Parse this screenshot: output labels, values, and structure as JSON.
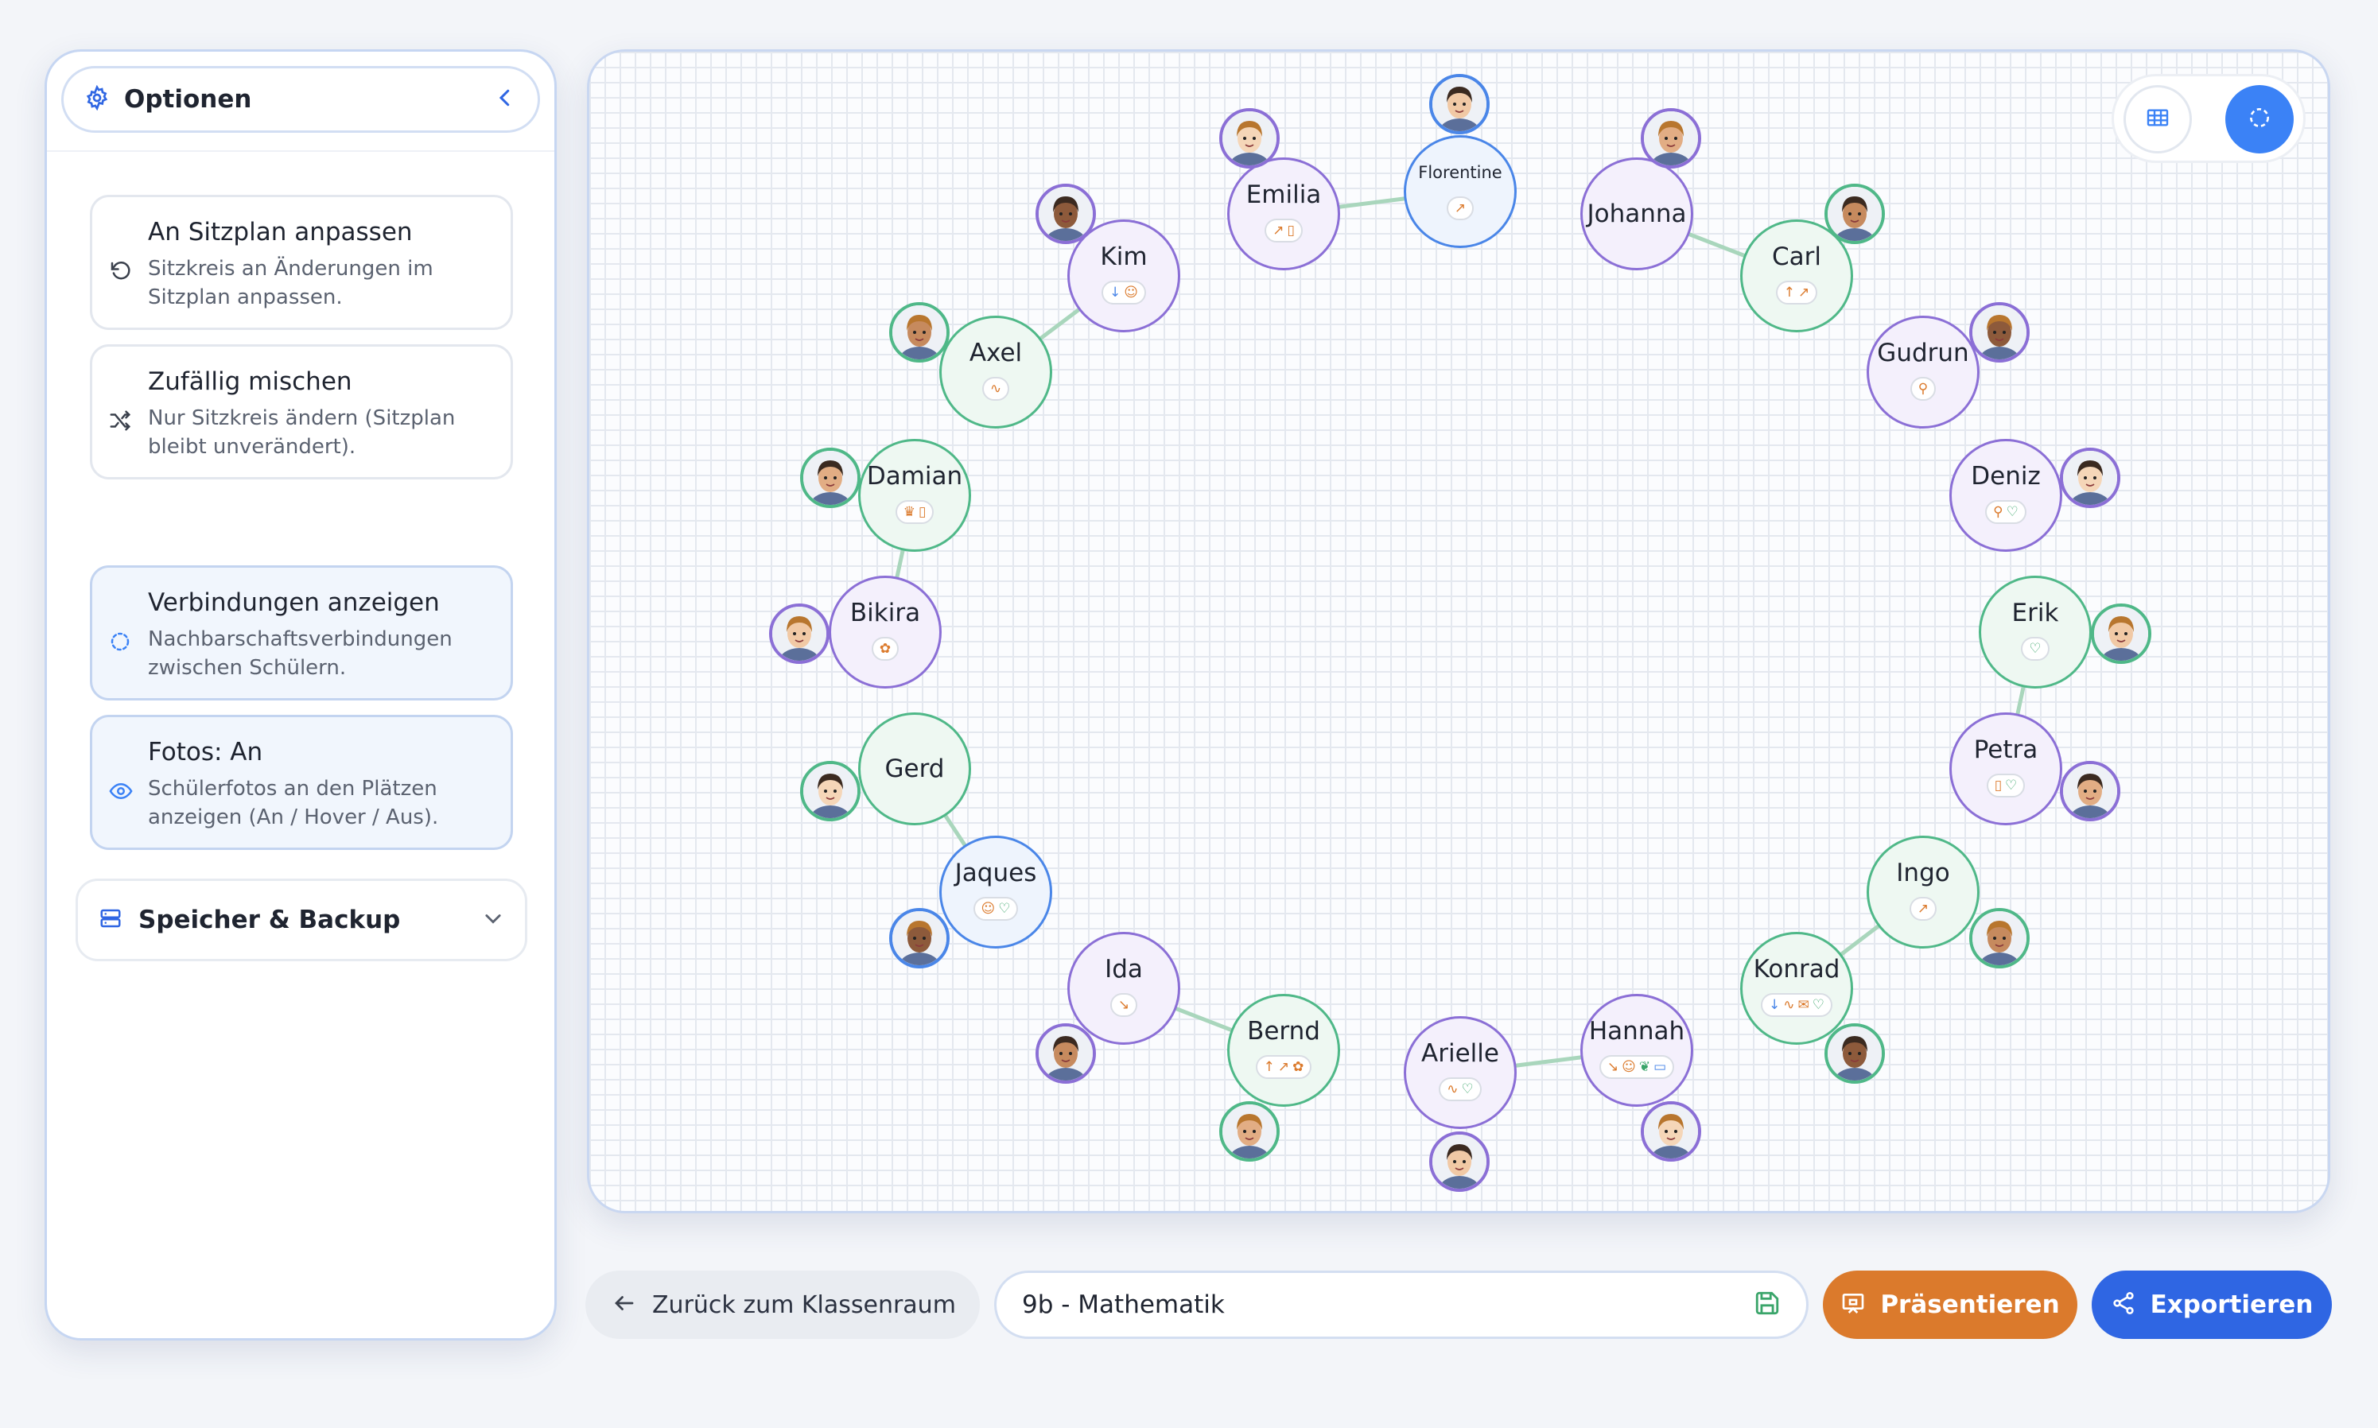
{
  "sidebar": {
    "title": "Optionen",
    "options": [
      {
        "title": "An Sitzplan anpassen",
        "description": "Sitzkreis an Änderungen im Sitzplan anpassen."
      },
      {
        "title": "Zufällig mischen",
        "description": "Nur Sitzkreis ändern (Sitzplan bleibt unverändert)."
      },
      {
        "title": "Verbindungen anzeigen",
        "description": "Nachbarschaftsverbindungen zwischen Schülern."
      },
      {
        "title": "Fotos: An",
        "description": "Schülerfotos an den Plätzen anzeigen (An / Hover / Aus)."
      }
    ],
    "storage": {
      "title": "Speicher & Backup"
    }
  },
  "colors": {
    "green": "#4fb888",
    "purple": "#8b6fd6",
    "blue": "#4a86e8",
    "orange": "#db7a2c",
    "primary": "#2f66e3",
    "connection": "#a9d6bc"
  },
  "students": [
    {
      "name": "Florentine",
      "ring": "blue",
      "tags": [
        "trend-up"
      ]
    },
    {
      "name": "Johanna",
      "ring": "purple",
      "tags": []
    },
    {
      "name": "Carl",
      "ring": "green",
      "tags": [
        "arrow-up",
        "trend-up"
      ]
    },
    {
      "name": "Gudrun",
      "ring": "purple",
      "tags": [
        "user-pin"
      ]
    },
    {
      "name": "Deniz",
      "ring": "purple",
      "tags": [
        "user-pin",
        "heart"
      ]
    },
    {
      "name": "Erik",
      "ring": "green",
      "tags": [
        "heart"
      ]
    },
    {
      "name": "Petra",
      "ring": "purple",
      "tags": [
        "book",
        "heart"
      ]
    },
    {
      "name": "Ingo",
      "ring": "green",
      "tags": [
        "trend-up"
      ]
    },
    {
      "name": "Konrad",
      "ring": "green",
      "tags": [
        "arrow-down",
        "pulse",
        "chat",
        "heart"
      ]
    },
    {
      "name": "Hannah",
      "ring": "purple",
      "tags": [
        "trend-down",
        "smile",
        "leaf",
        "card"
      ]
    },
    {
      "name": "Arielle",
      "ring": "purple",
      "tags": [
        "pulse",
        "heart"
      ]
    },
    {
      "name": "Bernd",
      "ring": "green",
      "tags": [
        "arrow-up",
        "trend-up",
        "brain"
      ]
    },
    {
      "name": "Ida",
      "ring": "purple",
      "tags": [
        "trend-down"
      ]
    },
    {
      "name": "Jaques",
      "ring": "blue",
      "tags": [
        "smile",
        "heart"
      ]
    },
    {
      "name": "Gerd",
      "ring": "green",
      "tags": []
    },
    {
      "name": "Bikira",
      "ring": "purple",
      "tags": [
        "brain"
      ]
    },
    {
      "name": "Damian",
      "ring": "green",
      "tags": [
        "crown",
        "book"
      ]
    },
    {
      "name": "Axel",
      "ring": "green",
      "tags": [
        "pulse"
      ]
    },
    {
      "name": "Kim",
      "ring": "purple",
      "tags": [
        "arrow-down",
        "smile"
      ]
    },
    {
      "name": "Emilia",
      "ring": "purple",
      "tags": [
        "trend-up",
        "book"
      ]
    }
  ],
  "bottom_bar": {
    "back_label": "Zurück zum Klassenraum",
    "class_name": "9b - Mathematik",
    "present_label": "Präsentieren",
    "export_label": "Exportieren"
  }
}
